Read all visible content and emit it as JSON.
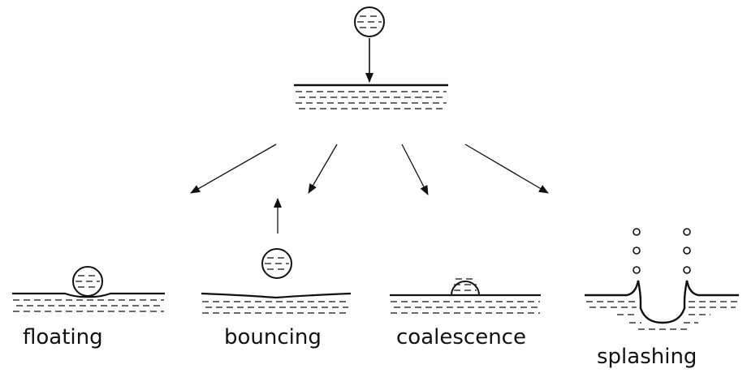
{
  "diagram": {
    "labels": {
      "floating": "floating",
      "bouncing": "bouncing",
      "coalescence": "coalescence",
      "splashing": "splashing"
    }
  }
}
